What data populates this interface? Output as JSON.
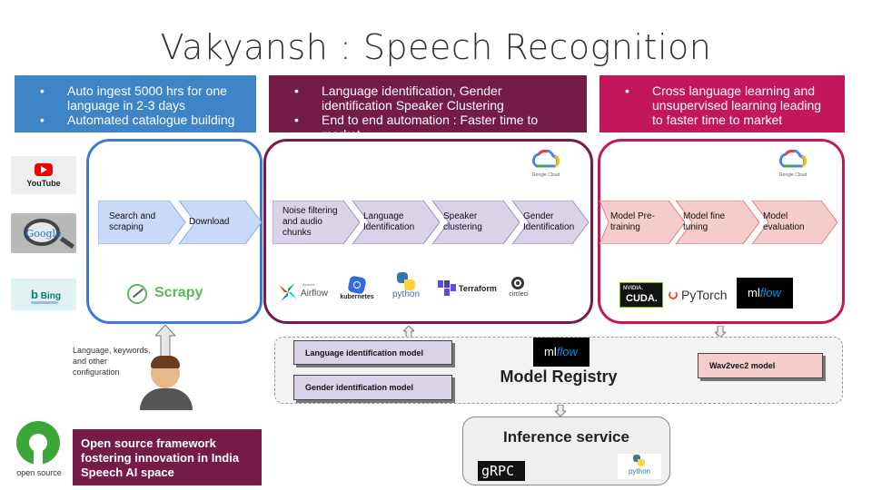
{
  "title": "Vakyansh : Speech Recognition",
  "banners": [
    {
      "color": "#3d85c6",
      "items": [
        "Auto ingest 5000 hrs for one language in 2-3 days",
        "Automated catalogue building"
      ]
    },
    {
      "color": "#741b47",
      "items": [
        "Language identification, Gender identification Speaker Clustering",
        "End to end automation : Faster time to market"
      ]
    },
    {
      "color": "#c2185b",
      "items": [
        "Cross language learning and unsupervised learning leading to faster time to market"
      ]
    }
  ],
  "sources": {
    "youtube": "YouTube",
    "google": "Google",
    "bing": "Bing"
  },
  "stage1": {
    "border": "#3d7bd6",
    "steps": [
      "Search and scraping",
      "Download"
    ],
    "logo": "Scrapy"
  },
  "stage2": {
    "border": "#741b47",
    "steps": [
      "Noise filtering and audio chunks",
      "Language Identification",
      "Speaker clustering",
      "Gender Identification"
    ],
    "cloud_label": "Google Cloud",
    "tools": {
      "airflow": "Airflow",
      "airflow_small": "Apache",
      "kubernetes": "kubernetes",
      "python": "python",
      "terraform": "Terraform",
      "circleci": "circleci"
    }
  },
  "stage3": {
    "border": "#c2185b",
    "steps": [
      "Model Pre-training",
      "Model fine tuning",
      "Model evaluation"
    ],
    "cloud_label": "Google Cloud",
    "tools": {
      "nvidia": "NVIDIA.",
      "cuda": "CUDA.",
      "pytorch": "PyTorch",
      "mlflow_ml": "ml",
      "mlflow_flow": "flow"
    }
  },
  "user": {
    "caption": "Language, keywords, and other configuration"
  },
  "registry": {
    "title": "Model Registry",
    "mlflow_ml": "ml",
    "mlflow_flow": "flow",
    "models_left": [
      "Language identification model",
      "Gender identification model"
    ],
    "model_right": "Wav2vec2 model"
  },
  "inference": {
    "title": "Inference service",
    "grpc": "gRPC",
    "python": "python"
  },
  "opensource": {
    "label": "open source",
    "text": "Open source framework fostering innovation in India Speech AI space",
    "color": "#741b47"
  },
  "colors": {
    "blue_chevron": "#c9daf8",
    "purple_chevron": "#d9d2e9",
    "pink_chevron": "#f4cccc"
  }
}
